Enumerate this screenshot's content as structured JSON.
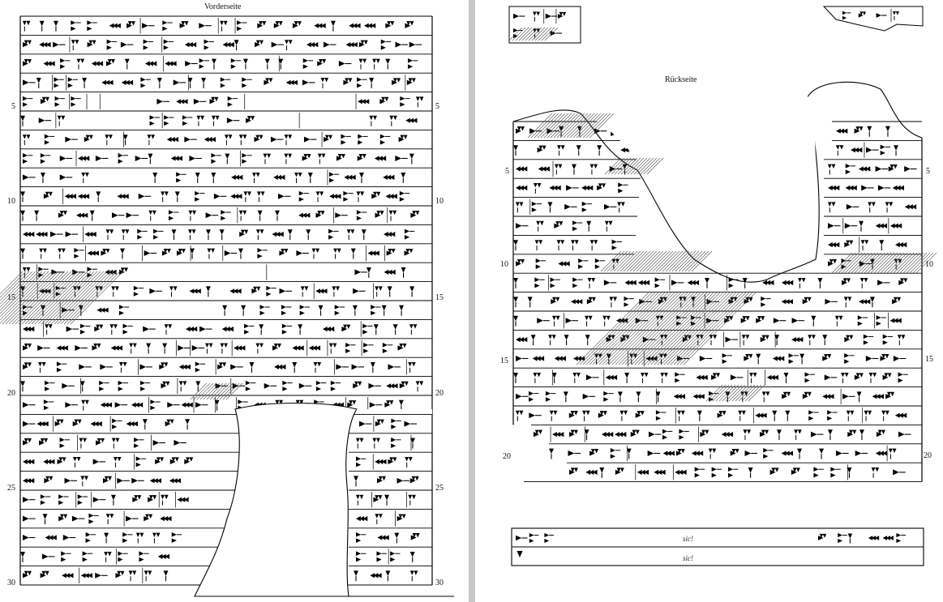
{
  "left_page": {
    "title": "Vorderseite",
    "line_numbers": [
      "5",
      "10",
      "15",
      "20",
      "25",
      "30"
    ]
  },
  "right_page": {
    "title": "Rückseite",
    "line_numbers": [
      "5",
      "10",
      "15",
      "20"
    ],
    "annotations": [
      "sic!",
      "sic!"
    ]
  }
}
